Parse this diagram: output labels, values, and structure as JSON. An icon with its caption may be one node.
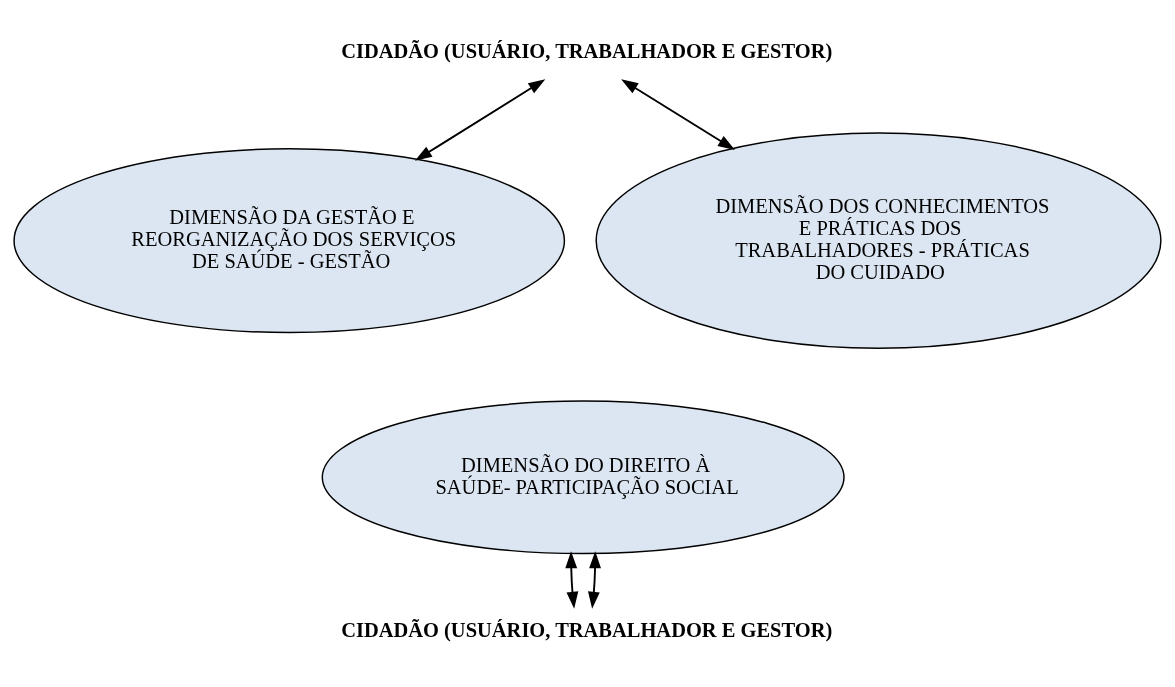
{
  "diagram": {
    "nodes": [
      {
        "text": [
          "CIDADÃO (USUÁRIO, TRABALHADOR E GESTOR)"
        ]
      },
      {
        "text": [
          "DIMENSÃO DA GESTÃO E REORGANIZAÇÃO DOS SERVIÇOS DE SAÚDE - GESTÃO"
        ]
      },
      {
        "text": [
          "DIMENSÃO DOS CONHECIMENTOS E PRÁTICAS DOS TRABALHADORES - PRÁTICAS DO CUIDADO"
        ]
      },
      {
        "text": [
          "DIMENSÃO DO DIREITO À SAÚDE- PARTICIPAÇÃO SOCIAL"
        ]
      },
      {
        "text": [
          "CIDADÃO (USUÁRIO, TRABALHADOR E GESTOR)"
        ]
      }
    ],
    "edges": [
      {
        "from": 0,
        "to": 1,
        "arrow": "both"
      },
      {
        "from": 0,
        "to": 2,
        "arrow": "both"
      },
      {
        "from": 3,
        "to": 4,
        "arrow": "both"
      },
      {
        "from": 3,
        "to": 4,
        "arrow": "both"
      }
    ]
  }
}
